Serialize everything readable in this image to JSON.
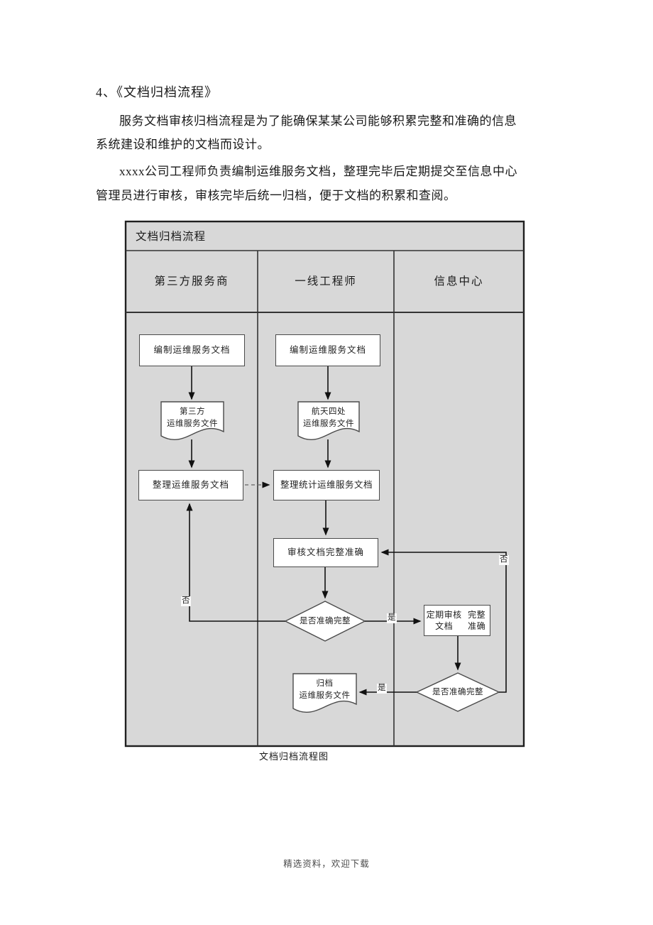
{
  "document": {
    "heading": "4、《文档归档流程》",
    "paragraph1_line1": "服务文档审核归档流程是为了能确保某某公司能够积累完整和准确的信息",
    "paragraph1_line2": "系统建设和维护的文档而设计。",
    "paragraph2_line1": "xxxx公司工程师负责编制运维服务文档，整理完毕后定期提交至信息中心",
    "paragraph2_line2": "管理员进行审核，审核完毕后统一归档，便于文档的积累和查阅。",
    "caption": "文档归档流程图",
    "footer": "精选资料，欢迎下载"
  },
  "flowchart": {
    "title": "文档归档流程",
    "lanes": [
      {
        "label": "第三方服务商"
      },
      {
        "label": "一线工程师"
      },
      {
        "label": "信息中心"
      }
    ],
    "nodes": {
      "compile_third": {
        "label": "编制运维服务文档",
        "type": "process"
      },
      "compile_engineer": {
        "label": "编制运维服务文档",
        "type": "process"
      },
      "doc_third": {
        "lines": [
          "第三方",
          "运维服务文件"
        ],
        "type": "document"
      },
      "doc_aerospace": {
        "lines": [
          "航天四处",
          "运维服务文件"
        ],
        "type": "document"
      },
      "organize_third": {
        "label": "整理运维服务文档",
        "type": "process"
      },
      "organize_stats": {
        "label": "整理统计运维服务文档",
        "type": "process"
      },
      "review_complete": {
        "label": "审核文档完整准确",
        "type": "process"
      },
      "decision_engineer": {
        "label": "是否准确完整",
        "type": "decision"
      },
      "periodic_review": {
        "lines": [
          "定期审核文档",
          "完整准确"
        ],
        "type": "process"
      },
      "decision_center": {
        "label": "是否准确完整",
        "type": "decision"
      },
      "doc_archive": {
        "lines": [
          "归档",
          "运维服务文件"
        ],
        "type": "document"
      }
    },
    "edge_labels": {
      "yes": "是",
      "no": "否"
    },
    "colors": {
      "lane_background": "#d8d8d8",
      "frame_border": "#1f1f1f",
      "shape_border": "#4a4a4a",
      "shape_fill": "#ffffff",
      "connector": "#111111"
    }
  }
}
